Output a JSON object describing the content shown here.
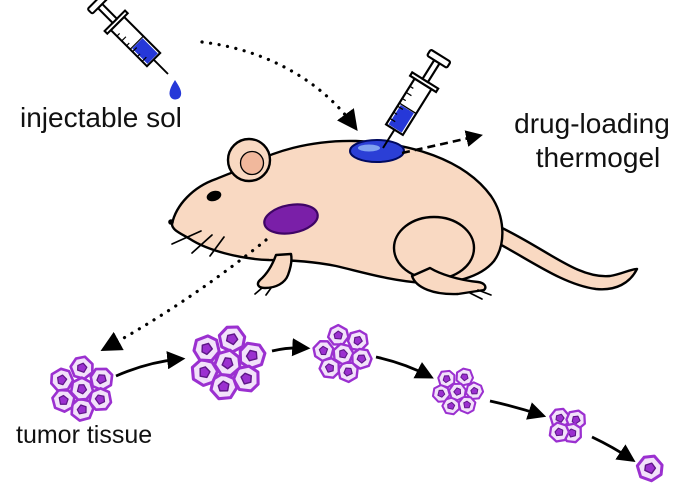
{
  "labels": {
    "injectable_sol": "injectable sol",
    "drug_loading_line1": "drug-loading",
    "drug_loading_line2": "thermogel",
    "tumor_tissue": "tumor tissue"
  },
  "colors": {
    "mouse_body": "#F9D9C2",
    "inner_ear": "#F1B89C",
    "gel_blue": "#2B3FD6",
    "syringe_liquid": "#2638D8",
    "tumor_purple": "#7A1FA8",
    "cell_fill": "#F2E2FA",
    "cell_outline": "#9B30D0",
    "arrow_black": "#000000"
  },
  "tumor_progression": {
    "stage_count": 6,
    "trend": "shrinking"
  },
  "icons": {
    "syringe_left": "syringe-icon",
    "syringe_on_back": "syringe-icon",
    "droplet": "droplet-icon",
    "gel": "thermogel-blob",
    "tumor": "tumor-blob"
  }
}
